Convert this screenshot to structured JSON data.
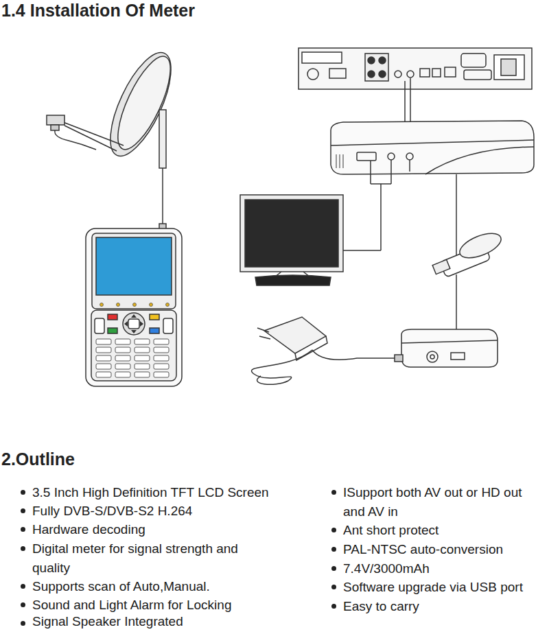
{
  "diagram": {
    "title": "1.4 Installation Of Meter",
    "labels": [
      "2.Outline",
      "3.5 Inch High Definition TFT LCD Screen",
      "Fully DVB-S/DVB-S2 H.264",
      "Hardware decoding",
      "Digital meter for signal strength and quality",
      "Supports scan of Auto,Manual.",
      "Sound and Light Alarm for Locking",
      "Signal Speaker Integrated",
      "ISupport both AV out or HD out and AV in",
      "Ant short protect",
      "PAL-NTSC auto-conversion",
      "7.4V/3000mAh",
      "Software upgrade via USB port",
      "Easy to carry"
    ]
  }
}
